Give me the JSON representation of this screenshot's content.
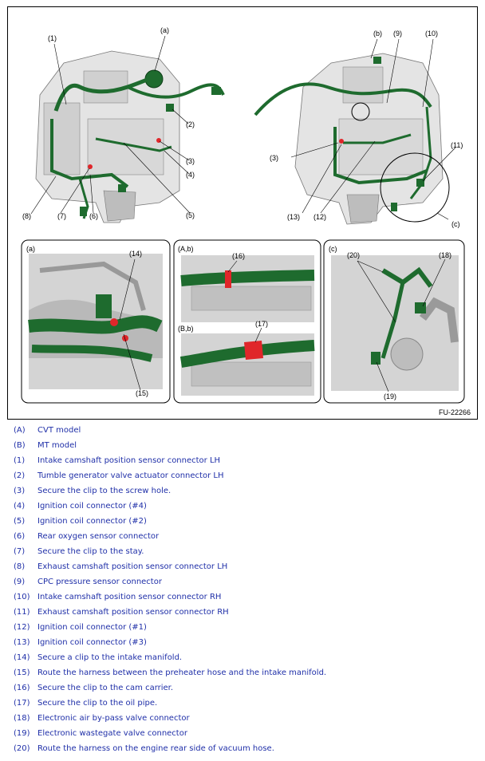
{
  "figure": {
    "id": "FU-22266",
    "callouts": {
      "a": "(a)",
      "b": "(b)",
      "c": "(c)",
      "n1": "(1)",
      "n2": "(2)",
      "n3": "(3)",
      "n4": "(4)",
      "n5": "(5)",
      "n6": "(6)",
      "n7": "(7)",
      "n8": "(8)",
      "n9": "(9)",
      "n10": "(10)",
      "n11": "(11)",
      "n12": "(12)",
      "n13": "(13)",
      "n14": "(14)",
      "n15": "(15)",
      "n16": "(16)",
      "n17": "(17)",
      "n18": "(18)",
      "n19": "(19)",
      "n20": "(20)"
    },
    "panels": {
      "a": "(a)",
      "ab": "(A,b)",
      "bb": "(B,b)",
      "c": "(c)"
    }
  },
  "legend": [
    {
      "code": "(A)",
      "text": "CVT model"
    },
    {
      "code": "(B)",
      "text": "MT model"
    },
    {
      "code": "(1)",
      "text": "Intake camshaft position sensor connector LH"
    },
    {
      "code": "(2)",
      "text": "Tumble generator valve actuator connector LH"
    },
    {
      "code": "(3)",
      "text": "Secure the clip to the screw hole."
    },
    {
      "code": "(4)",
      "text": "Ignition coil connector (#4)"
    },
    {
      "code": "(5)",
      "text": "Ignition coil connector (#2)"
    },
    {
      "code": "(6)",
      "text": "Rear oxygen sensor connector"
    },
    {
      "code": "(7)",
      "text": "Secure the clip to the stay."
    },
    {
      "code": "(8)",
      "text": "Exhaust camshaft position sensor connector LH"
    },
    {
      "code": "(9)",
      "text": "CPC pressure sensor connector"
    },
    {
      "code": "(10)",
      "text": "Intake camshaft position sensor connector RH"
    },
    {
      "code": "(11)",
      "text": "Exhaust camshaft position sensor connector RH"
    },
    {
      "code": "(12)",
      "text": "Ignition coil connector (#1)"
    },
    {
      "code": "(13)",
      "text": "Ignition coil connector (#3)"
    },
    {
      "code": "(14)",
      "text": "Secure a clip to the intake manifold."
    },
    {
      "code": "(15)",
      "text": "Route the harness between the preheater hose and the intake manifold."
    },
    {
      "code": "(16)",
      "text": "Secure the clip to the cam carrier."
    },
    {
      "code": "(17)",
      "text": "Secure the clip to the oil pipe."
    },
    {
      "code": "(18)",
      "text": "Electronic air by-pass valve connector"
    },
    {
      "code": "(19)",
      "text": "Electronic wastegate valve connector"
    },
    {
      "code": "(20)",
      "text": "Route the harness on the engine rear side of vacuum hose."
    }
  ],
  "colors": {
    "harness": "#1e6b2e",
    "clip": "#e0262a",
    "legend_text": "#1f2fa8",
    "engine": "#c8c8c8"
  }
}
